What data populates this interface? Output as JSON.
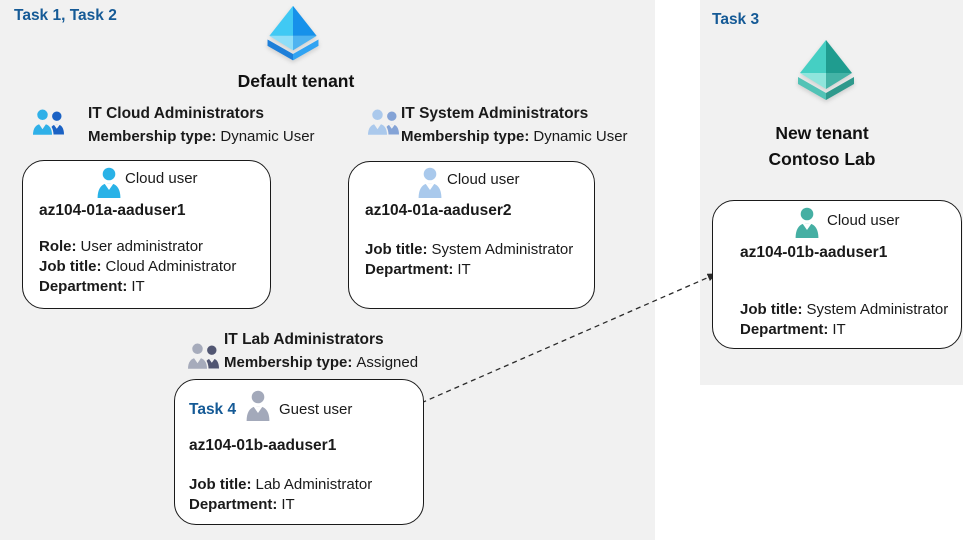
{
  "colors": {
    "canvas_bg": "#ffffff",
    "area_bg": "#f1f1f1",
    "task_label_blue": "#155a96",
    "card_bg": "#ffffff",
    "card_border": "#1a1a1a",
    "aad_tenant_icon_blue": [
      "#40c9f4",
      "#1691ea",
      "#8edef8",
      "#4fb3f0",
      "#1e7fd9",
      "#31a3f2"
    ],
    "aad_tenant_icon_teal": [
      "#45cfc3",
      "#1f9c8f",
      "#8fe5dc",
      "#44b3a6",
      "#52c3b6",
      "#2f998c"
    ],
    "cloud_user_icon_cyan": "#29b2e7",
    "cloud_user_icon_lightblue": "#a9c9ec",
    "guest_user_icon_gray": "#a3a9ba",
    "cloud_user_icon_teal": "#45afa3",
    "group_icon_blue": [
      "#2fb0e8",
      "#1b62c4"
    ],
    "group_icon_lightblue": [
      "#abc9ec",
      "#84a3d6"
    ],
    "group_icon_gray": [
      "#a6abbb",
      "#515672"
    ]
  },
  "labels": {
    "task12": "Task 1, Task 2",
    "task3": "Task 3",
    "default_tenant": "Default tenant",
    "new_tenant_line1": "New tenant",
    "new_tenant_line2": "Contoso Lab"
  },
  "icons": {
    "default_tenant": "azure-ad-tenant-icon-blue",
    "new_tenant": "azure-ad-tenant-icon-teal",
    "group": "two-users-group-icon",
    "user": "person-icon"
  },
  "groups": [
    {
      "name": "IT Cloud Administrators",
      "membership_label": "Membership type:",
      "membership_value": "Dynamic User"
    },
    {
      "name": "IT System Administrators",
      "membership_label": "Membership type:",
      "membership_value": "Dynamic User"
    },
    {
      "name": "IT Lab Administrators",
      "membership_label": "Membership type:",
      "membership_value": "Assigned"
    }
  ],
  "cards": {
    "cloud_user_1": {
      "type_label": "Cloud user",
      "name": "az104-01a-aaduser1",
      "role_label": "Role:",
      "role_value": "User administrator",
      "job_label": "Job title:",
      "job_value": "Cloud Administrator",
      "dept_label": "Department:",
      "dept_value": "IT"
    },
    "cloud_user_2": {
      "type_label": "Cloud user",
      "name": "az104-01a-aaduser2",
      "job_label": "Job title:",
      "job_value": "System Administrator",
      "dept_label": "Department:",
      "dept_value": "IT"
    },
    "guest_user": {
      "task_label": "Task 4",
      "type_label": "Guest user",
      "name": "az104-01b-aaduser1",
      "job_label": "Job title:",
      "job_value": "Lab Administrator",
      "dept_label": "Department:",
      "dept_value": "IT"
    },
    "new_tenant_user": {
      "type_label": "Cloud user",
      "name": "az104-01b-aaduser1",
      "job_label": "Job title:",
      "job_value": "System Administrator",
      "dept_label": "Department:",
      "dept_value": "IT"
    }
  }
}
